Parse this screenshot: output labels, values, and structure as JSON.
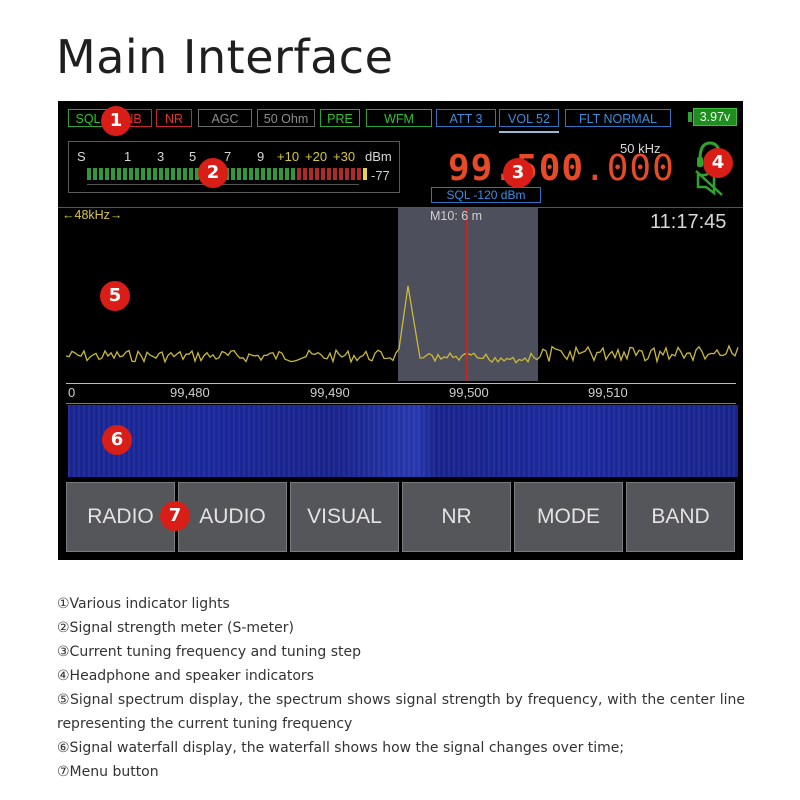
{
  "page": {
    "title": "Main Interface"
  },
  "indicators": [
    {
      "label": "SQL",
      "color": "green"
    },
    {
      "label": "NB",
      "color": "red"
    },
    {
      "label": "NR",
      "color": "red"
    },
    {
      "label": "AGC",
      "color": "gray"
    },
    {
      "label": "50 Ohm",
      "color": "gray"
    },
    {
      "label": "PRE",
      "color": "green"
    },
    {
      "label": "WFM",
      "color": "green"
    },
    {
      "label": "ATT 3",
      "color": "blue"
    },
    {
      "label": "VOL 52",
      "color": "blue"
    },
    {
      "label": "FLT NORMAL",
      "color": "blue"
    }
  ],
  "battery": {
    "voltage": "3.97v"
  },
  "smeter": {
    "scale": [
      "S",
      "1",
      "3",
      "5",
      "7",
      "9",
      "+10",
      "+20",
      "+30",
      "dBm"
    ],
    "value": "-77",
    "level_segments": 47,
    "green_segments": 35,
    "red_segments": 11,
    "peak_segments": 1
  },
  "tuning": {
    "step": "50 kHz",
    "frequency_main": "99.500",
    "frequency_decimals": ".000",
    "squelch": "SQL -120 dBm"
  },
  "spectrum": {
    "bandwidth": "←48kHz→",
    "memory": "M10:   6 m",
    "clock": "11:17:45",
    "ticks": [
      "0",
      "99,480",
      "99,490",
      "99,500",
      "99,510"
    ]
  },
  "menu": [
    "RADIO",
    "AUDIO",
    "VISUAL",
    "NR",
    "MODE",
    "BAND"
  ],
  "badges": [
    "1",
    "2",
    "3",
    "4",
    "5",
    "6",
    "7"
  ],
  "legend": [
    "①Various indicator lights",
    "②Signal strength meter (S-meter)",
    "③Current tuning frequency and tuning step",
    "④Headphone and speaker indicators",
    "⑤Signal spectrum display, the spectrum shows signal strength by frequency, with the center line",
    "representing the current tuning frequency",
    "⑥Signal waterfall display, the waterfall shows how the signal changes over time;",
    "⑦Menu button"
  ],
  "colors": {
    "accent_green": "#2fc42f",
    "accent_red": "#e33232",
    "accent_blue": "#3b8fe0",
    "frequency": "#e64a26",
    "spectrum": "#c9b93a",
    "badge": "#d81e16"
  }
}
